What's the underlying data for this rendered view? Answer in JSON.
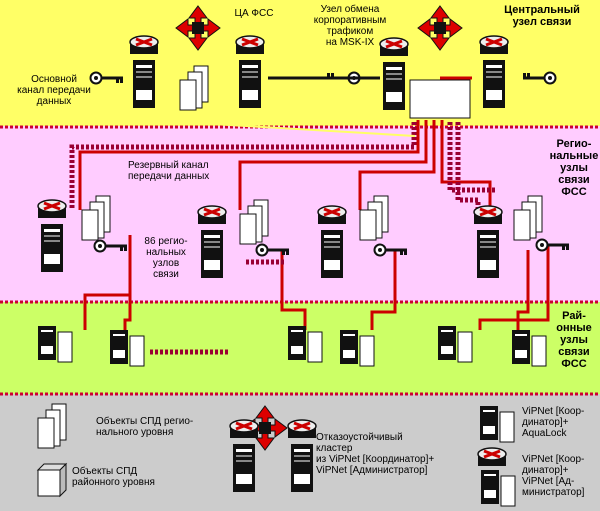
{
  "zones": {
    "central": {
      "color": "#ffff66",
      "title": "Центральный\nузел связи"
    },
    "regional": {
      "color": "#ffccff",
      "title": "Регио-\nнальные\nузлы\nсвязи\nФСС"
    },
    "district": {
      "color": "#ccff66",
      "title": "Рай-\nонные\nузлы\nсвязи\nФСС"
    },
    "legend": {
      "color": "#cccccc"
    }
  },
  "labels": {
    "ca_fss": "ЦА ФСС",
    "exchange_node": "Узел обмена\nкорпоративным\nтрафиком\nна MSK-IX",
    "main_channel": "Основной\nканал передачи\nданных",
    "backup_channel": "Резервный канал\nпередачи данных",
    "regional_count": "86 регио-\nнальных\nузлов\nсвязи"
  },
  "legend": {
    "regional_objects": "Объекты СПД регио-\nнального уровня",
    "district_objects": "Объекты СПД\nрайонного уровня",
    "cluster": "Отказоустойчивый\nкластер\nиз ViPNet [Координатор]+\nViPNet [Администратор]",
    "coordinator_aqualock": "ViPNet [Коор-\nдинатор]+\nAquaLock",
    "coordinator_admin": "ViPNet [Коор-\nдинатор]+\nViPNet [Ад-\nминистратор]"
  },
  "colors": {
    "main_line": "#cc0000",
    "backup_line": "#990033",
    "server": "#111111",
    "router": "#cc0000",
    "divider": "#cc0033"
  }
}
